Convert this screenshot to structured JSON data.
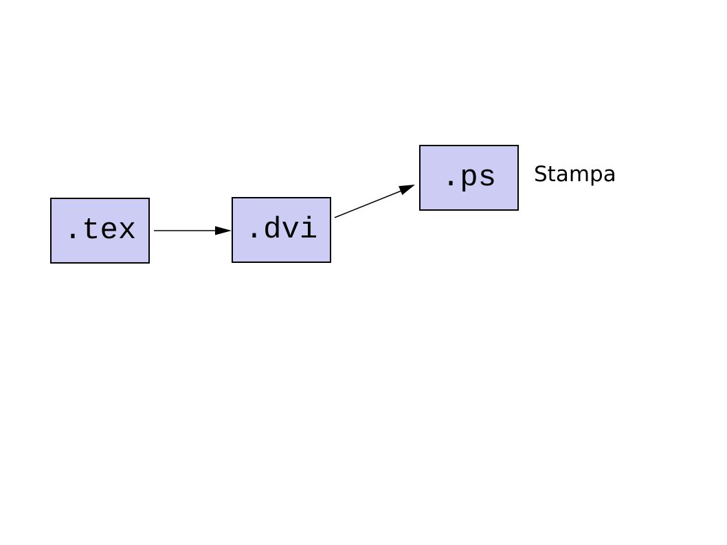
{
  "diagram": {
    "nodes": [
      {
        "id": "tex",
        "label": ".tex"
      },
      {
        "id": "dvi",
        "label": ".dvi"
      },
      {
        "id": "ps",
        "label": ".ps"
      }
    ],
    "edges": [
      {
        "from": "tex",
        "to": "dvi",
        "type": "arrow"
      },
      {
        "from": "dvi",
        "to": "ps",
        "type": "arrow"
      }
    ],
    "annotations": [
      {
        "id": "stampa",
        "label": "Stampa"
      }
    ],
    "colors": {
      "background": "#ffffff",
      "node_fill": "#ccccf4",
      "node_border": "#000000",
      "arrow": "#000000",
      "text": "#000000"
    }
  }
}
